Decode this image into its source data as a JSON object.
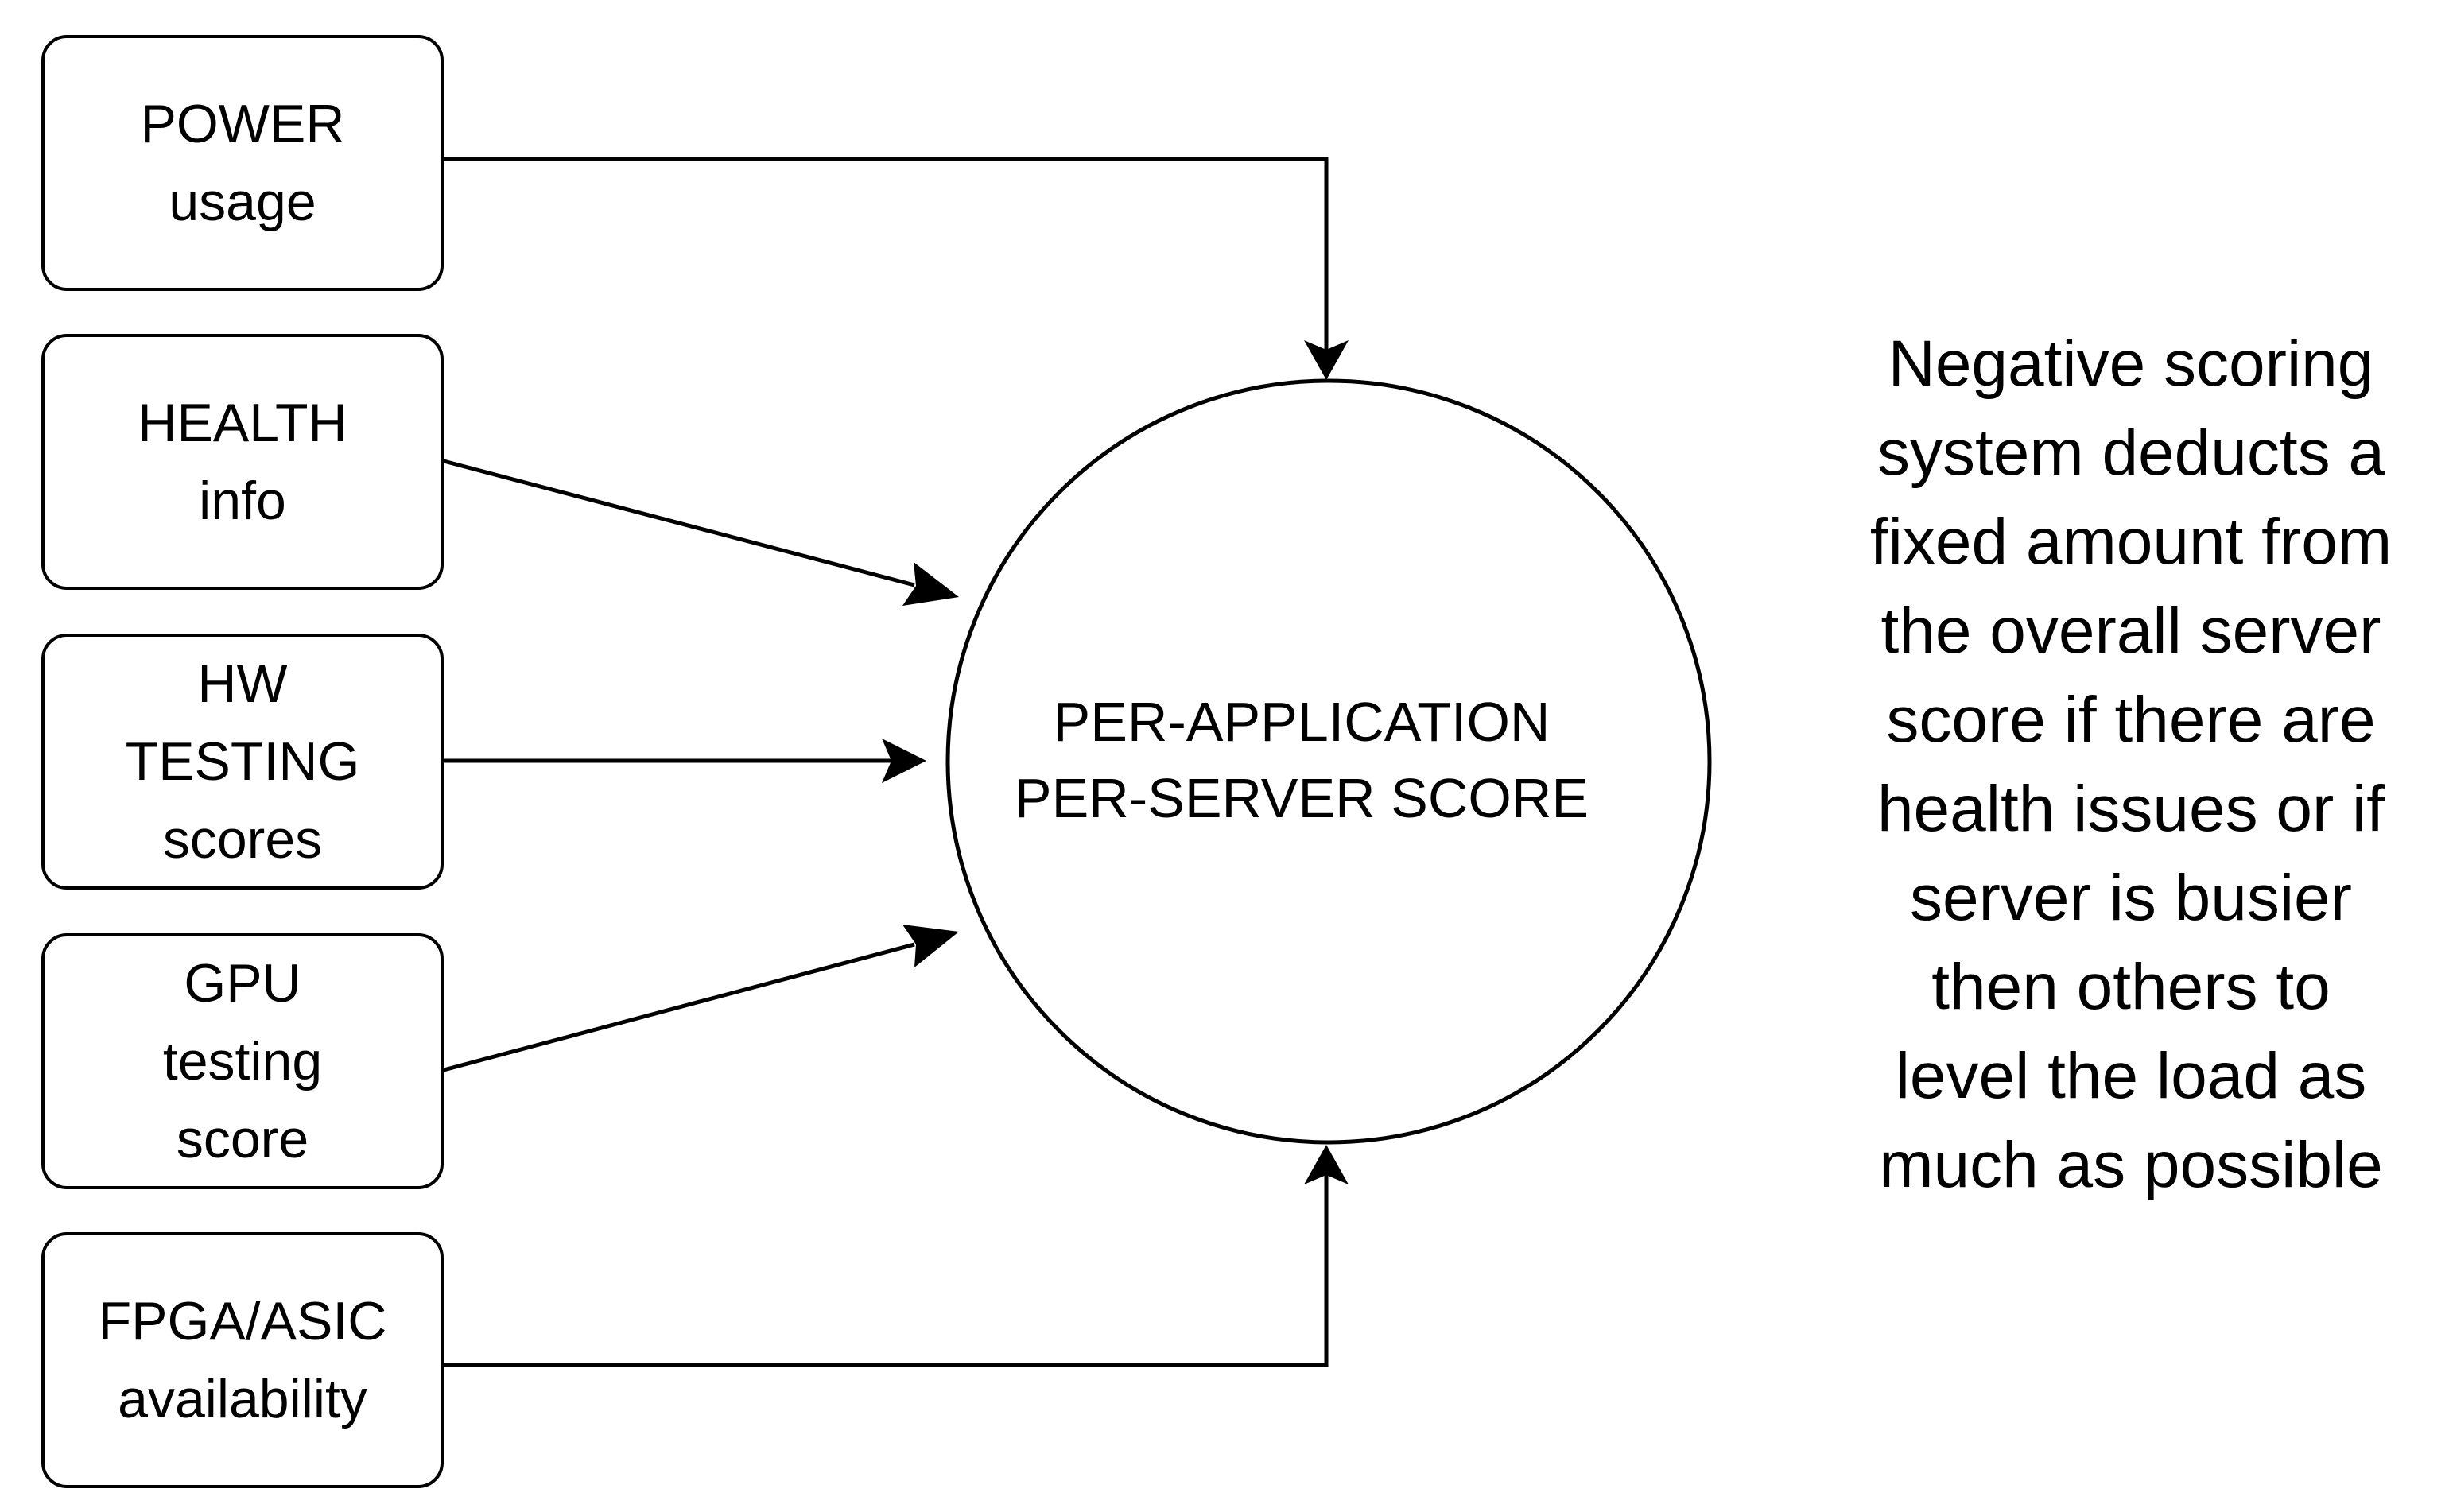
{
  "inputs": {
    "power": {
      "line1": "POWER",
      "line2": "usage"
    },
    "health": {
      "line1": "HEALTH",
      "line2": "info"
    },
    "hw": {
      "line1": "HW",
      "line2": "TESTING",
      "line3": "scores"
    },
    "gpu": {
      "line1": "GPU",
      "line2": "testing",
      "line3": "score"
    },
    "fpga": {
      "line1": "FPGA/ASIC",
      "line2": "availability"
    }
  },
  "score": {
    "line1": "PER-APPLICATION",
    "line2": "PER-SERVER SCORE"
  },
  "note": {
    "lines": [
      "Negative scoring",
      "system deducts a",
      "fixed amount from",
      "the overall server",
      "score if there are",
      "health issues or if",
      "server is busier",
      "then others to",
      "level the load as",
      "much as possible"
    ]
  },
  "colors": {
    "stroke": "#000000",
    "background": "#ffffff",
    "text": "#000000"
  }
}
